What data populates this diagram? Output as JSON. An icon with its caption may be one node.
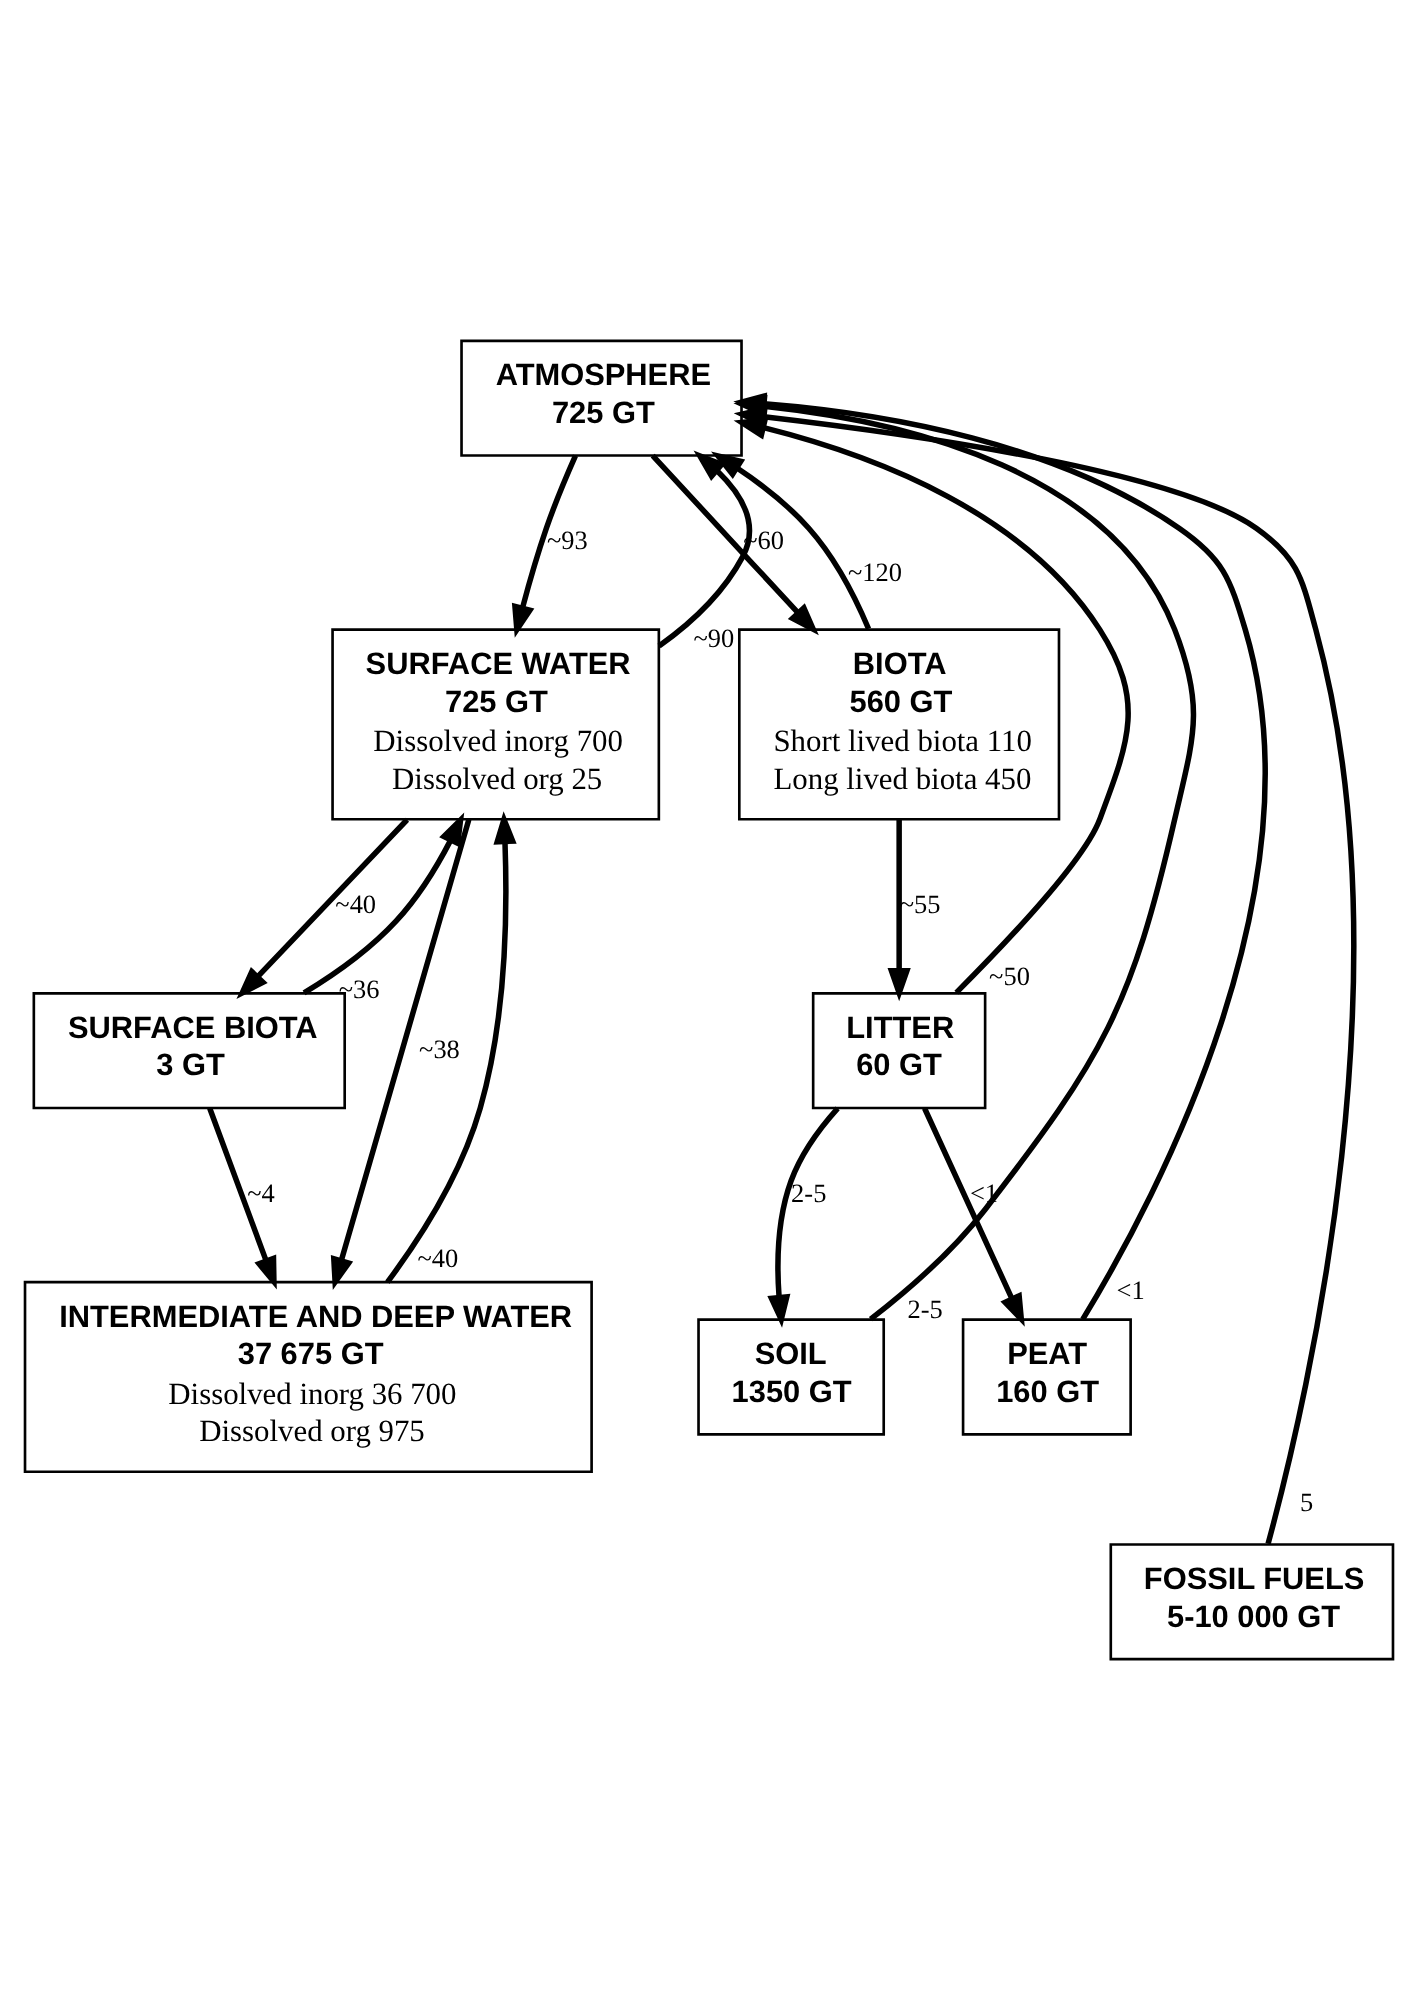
{
  "diagram": {
    "nodes": [
      {
        "text": [
          "ATMOSPHERE",
          "725 GT"
        ]
      },
      {
        "text": [
          "SURFACE WATER",
          "725 GT",
          "Dissolved inorg 700",
          "Dissolved org 25"
        ]
      },
      {
        "text": [
          "BIOTA",
          "560 GT",
          "Short lived biota 110",
          "Long lived biota 450"
        ]
      },
      {
        "text": [
          "SURFACE BIOTA",
          "3 GT"
        ]
      },
      {
        "text": [
          "LITTER",
          "60 GT"
        ]
      },
      {
        "text": [
          "INTERMEDIATE AND DEEP WATER",
          "37 675 GT",
          "Dissolved inorg 36 700",
          "Dissolved org 975"
        ]
      },
      {
        "text": [
          "SOIL",
          "1350 GT"
        ]
      },
      {
        "text": [
          "PEAT",
          "160 GT"
        ]
      },
      {
        "text": [
          "FOSSIL FUELS",
          "5-10 000 GT"
        ]
      }
    ],
    "edges": [
      {
        "from": 0,
        "to": 1,
        "arrow": "to",
        "label": "~93"
      },
      {
        "from": 1,
        "to": 0,
        "arrow": "to",
        "label": "~90"
      },
      {
        "from": 8,
        "to": 0,
        "arrow": "to",
        "label": "5"
      },
      {
        "from": 6,
        "to": 0,
        "arrow": "to",
        "label": "2-5"
      },
      {
        "from": 4,
        "to": 0,
        "arrow": "to",
        "label": "~50"
      },
      {
        "from": 0,
        "to": 2,
        "arrow": "to",
        "label": "~60"
      },
      {
        "from": 2,
        "to": 0,
        "arrow": "to",
        "label": "~120"
      },
      {
        "from": 7,
        "to": 0,
        "arrow": "to",
        "label": "<1"
      },
      {
        "from": 1,
        "to": 3,
        "arrow": "to",
        "label": "~40"
      },
      {
        "from": 3,
        "to": 1,
        "arrow": "to",
        "label": "~36"
      },
      {
        "from": 1,
        "to": 5,
        "arrow": "to",
        "label": "~38"
      },
      {
        "from": 5,
        "to": 1,
        "arrow": "to",
        "label": "~40"
      },
      {
        "from": 3,
        "to": 5,
        "arrow": "to",
        "label": "~4"
      },
      {
        "from": 2,
        "to": 4,
        "arrow": "to",
        "label": "~55"
      },
      {
        "from": 4,
        "to": 6,
        "arrow": "to",
        "label": "2-5"
      },
      {
        "from": 4,
        "to": 7,
        "arrow": "to",
        "label": "<1"
      }
    ]
  }
}
